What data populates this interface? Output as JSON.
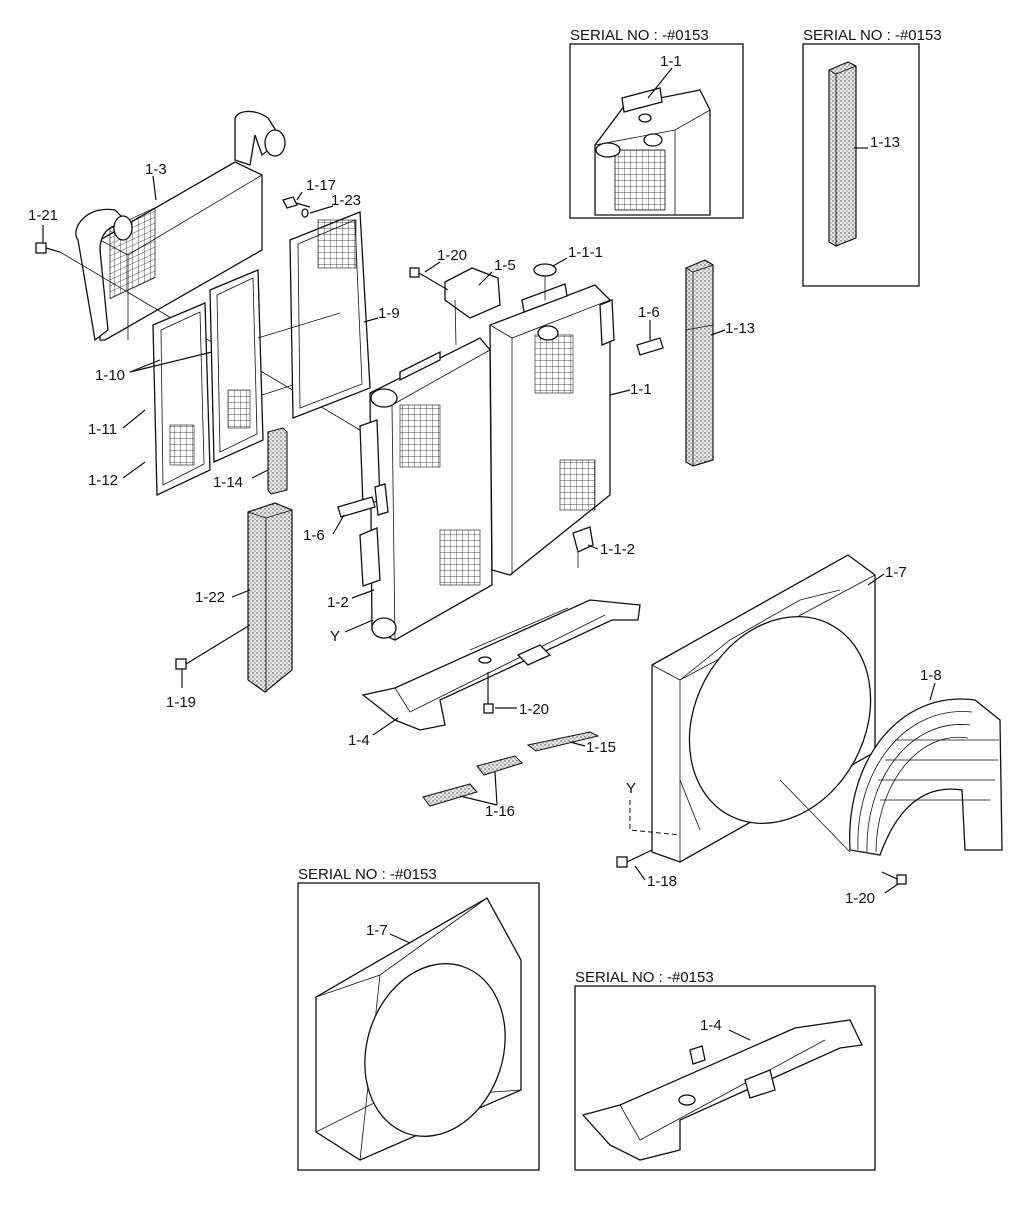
{
  "serial_insets": [
    {
      "id": "inset-radiator",
      "title": "SERIAL NO : -#0153",
      "part_label": "1-1"
    },
    {
      "id": "inset-sponge",
      "title": "SERIAL NO : -#0153",
      "part_label": "1-13"
    },
    {
      "id": "inset-shroud",
      "title": "SERIAL NO : -#0153",
      "part_label": "1-7"
    },
    {
      "id": "inset-bracket",
      "title": "SERIAL NO : -#0153",
      "part_label": "1-4"
    }
  ],
  "labels": [
    "1-3",
    "1-21",
    "1-17",
    "1-23",
    "1-20",
    "1-5",
    "1-1-1",
    "1-6",
    "1-13",
    "1-9",
    "1-10",
    "1-1",
    "1-11",
    "1-12",
    "1-14",
    "1-6",
    "1-22",
    "1-2",
    "Y",
    "1-1-2",
    "1-7",
    "1-19",
    "1-20",
    "1-8",
    "1-4",
    "1-15",
    "1-16",
    "Y",
    "1-18",
    "1-20"
  ],
  "colors": {
    "line": "#111111",
    "background": "#ffffff",
    "sponge": "#d8d8d8"
  }
}
